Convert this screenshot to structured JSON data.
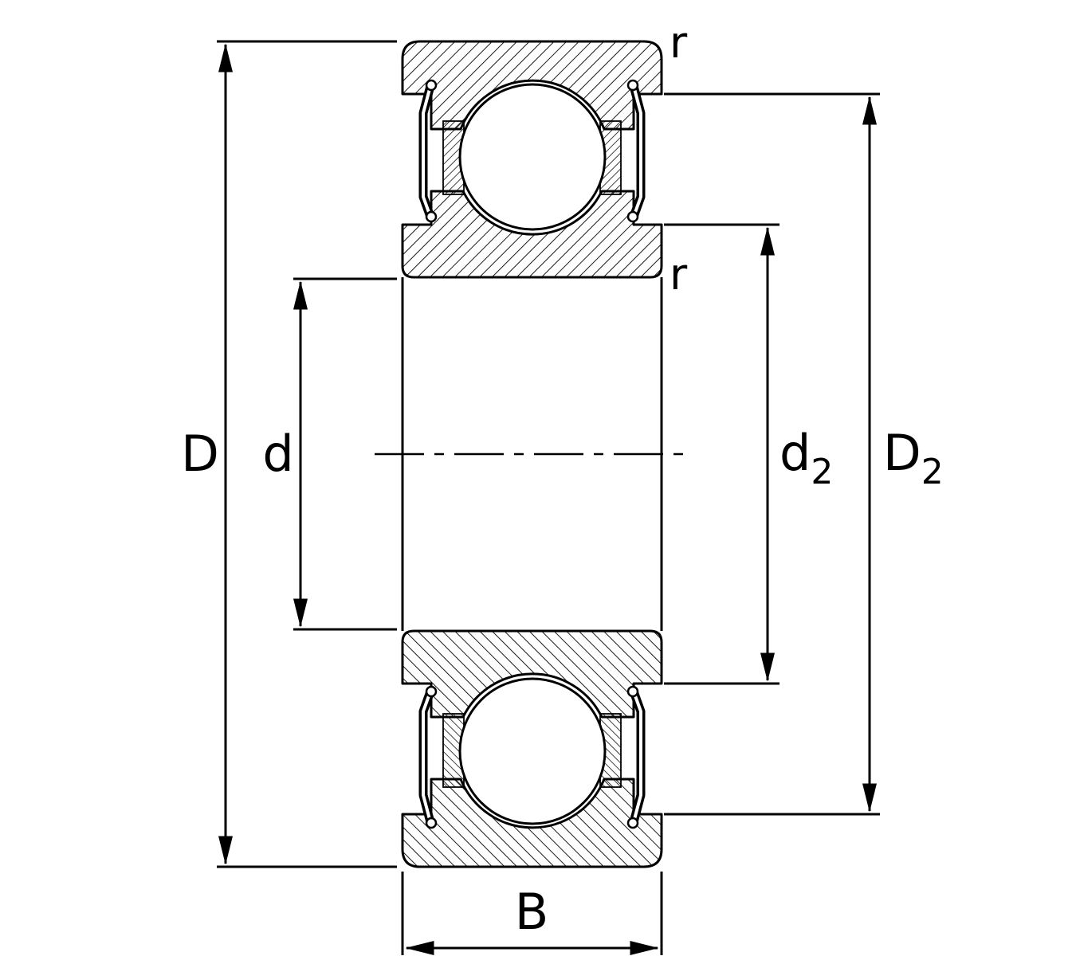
{
  "diagram": {
    "kind": "deep-groove-ball-bearing-cross-section",
    "background_color": "#ffffff",
    "line_color": "#000000",
    "seal_color": "#000000"
  },
  "labels": {
    "outside_diameter": "D",
    "bore_diameter": "d",
    "recess_inner_base": "d",
    "recess_inner_sub": "2",
    "recess_outer_base": "D",
    "recess_outer_sub": "2",
    "chamfer_top": "r",
    "chamfer_inner": "r",
    "width": "B"
  }
}
